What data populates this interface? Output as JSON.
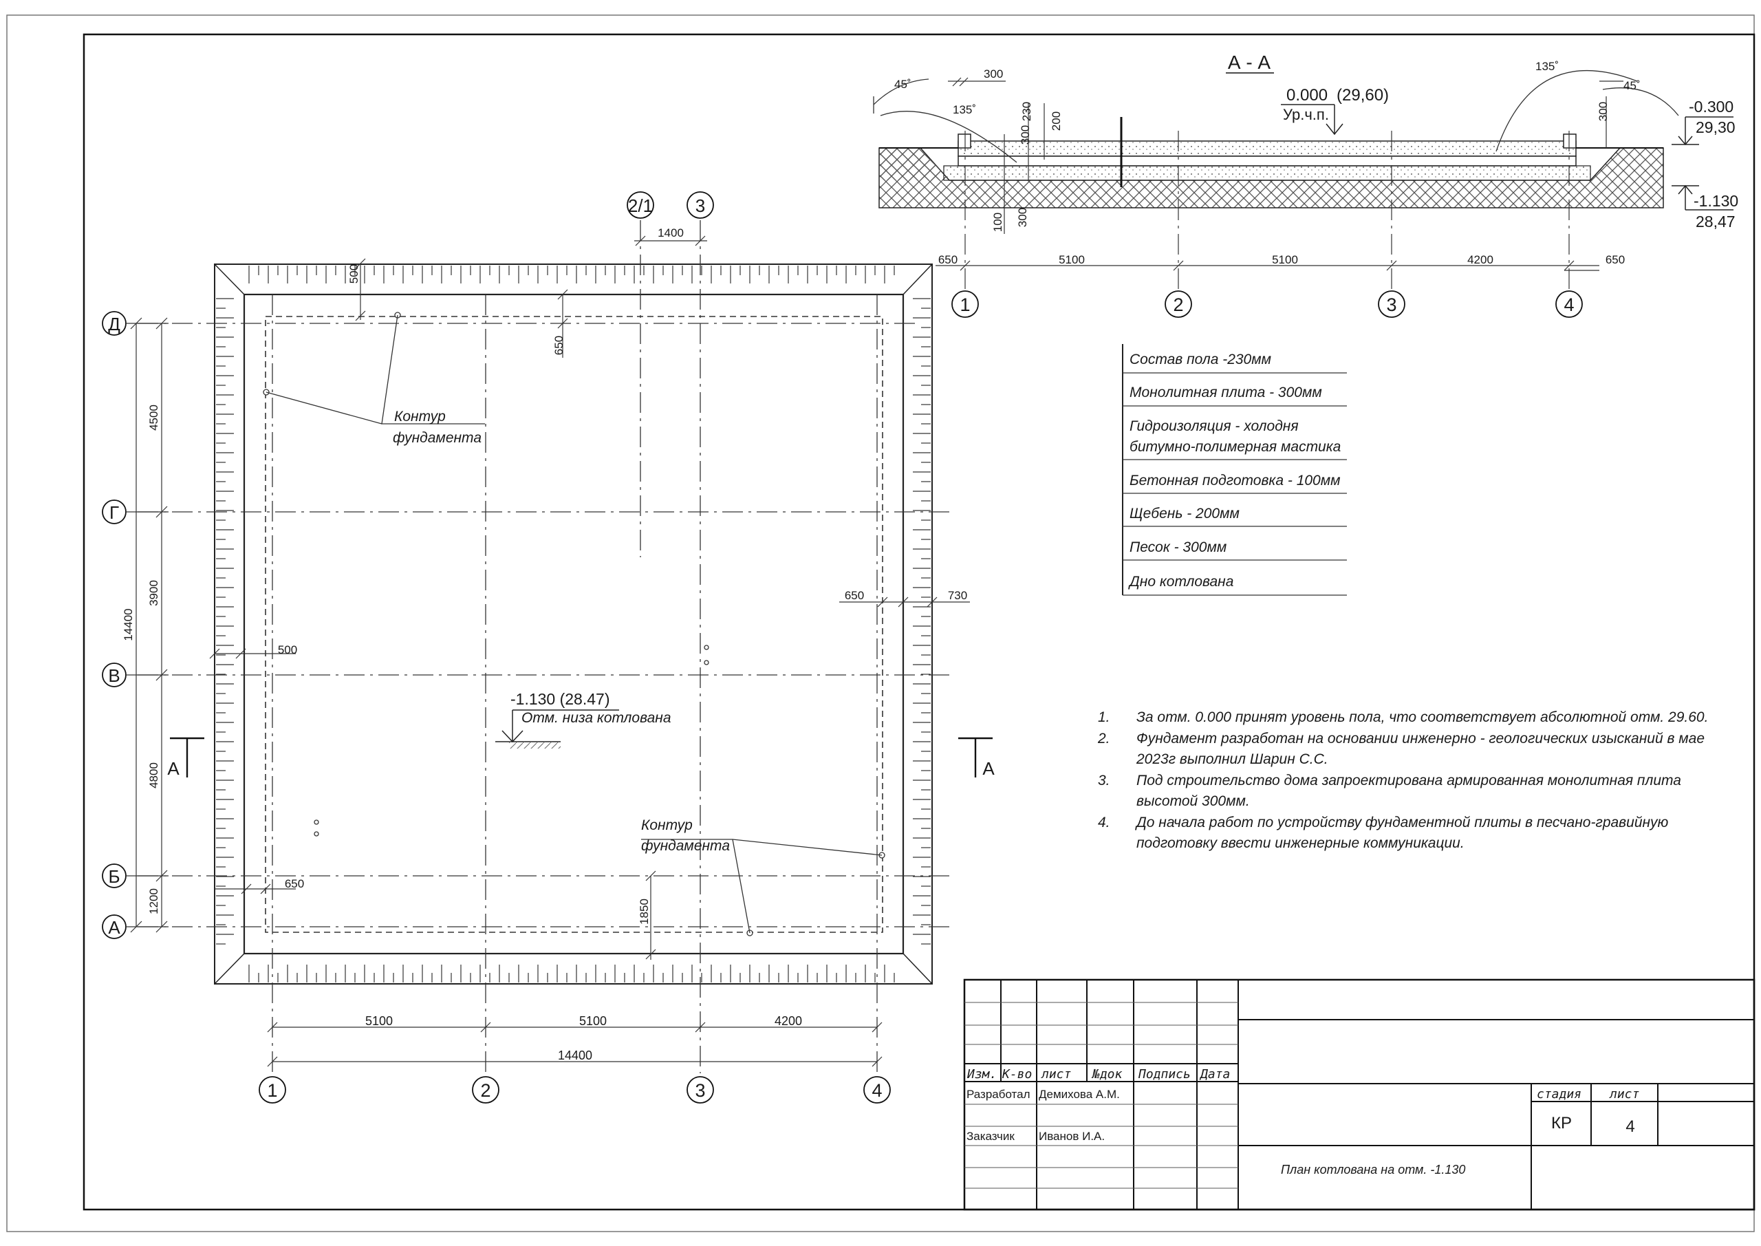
{
  "plan": {
    "axes_letters": [
      "Д",
      "Г",
      "В",
      "Б",
      "А"
    ],
    "axes_numbers": [
      "1",
      "2",
      "3",
      "4"
    ],
    "axis_extra": {
      "left": "2/1",
      "right": "3",
      "dim": "1400"
    },
    "dims_left": [
      "4500",
      "3900",
      "4800",
      "1200"
    ],
    "dims_left_total": "14400",
    "dims_bottom": [
      "5100",
      "5100",
      "4200"
    ],
    "dims_bottom_total": "14400",
    "dim_top_offset": "500",
    "dim_top_650": "650",
    "dim_left_500": "500",
    "dim_left_650": "650",
    "dim_right_650": "650",
    "dim_right_730": "730",
    "dim_bottom_1850": "1850",
    "contour_label_1": "Контур",
    "contour_label_2": "фундамента",
    "level_value": "-1.130 (28.47)",
    "level_text": "Отм. низа котлована",
    "section_mark": "А"
  },
  "section": {
    "title": "А - А",
    "level_zero": "0.000",
    "level_zero_abs": "(29,60)",
    "level_zero_label": "Ур.ч.п.",
    "level_right_1": "-0.300",
    "level_right_1_abs": "29,30",
    "level_right_2": "-1.130",
    "level_right_2_abs": "28,47",
    "angle_45": "45˚",
    "angle_135": "135˚",
    "dim_300": "300",
    "dim_230": "230",
    "dim_200": "200",
    "dim_100": "100",
    "dims_bottom": [
      "650",
      "5100",
      "5100",
      "4200",
      "650"
    ],
    "axes": [
      "1",
      "2",
      "3",
      "4"
    ]
  },
  "layers": [
    {
      "text": "Состав пола -230мм"
    },
    {
      "text": "Монолитная плита - 300мм"
    },
    {
      "text": "Гидроизоляция - холодня",
      "text2": "битумно-полимерная мастика"
    },
    {
      "text": "Бетонная подготовка - 100мм"
    },
    {
      "text": "Щебень - 200мм"
    },
    {
      "text": "Песок - 300мм"
    },
    {
      "text": "Дно котлована"
    }
  ],
  "notes": [
    {
      "num": "1.",
      "line1": "За отм. 0.000 принят уровень пола, что  соответствует абсолютной  отм. 29.60.",
      "line2": ""
    },
    {
      "num": "2.",
      "line1": "Фундамент разработан на основании инженерно - геологических изысканий в мае",
      "line2": "2023г  выполнил  Шарин С.С."
    },
    {
      "num": "3.",
      "line1": "Под строительство дома запроектирована армированная монолитная плита",
      "line2": "высотой 300мм."
    },
    {
      "num": "4.",
      "line1": "До начала работ по устройству фундаментной плиты в песчано-гравийную",
      "line2": "подготовку ввести инженерные коммуникации."
    }
  ],
  "title_block": {
    "col_izm": "Изм.",
    "col_kvo": "К-во",
    "col_list": "лист",
    "col_ndok": "№док",
    "col_podp": "Подпись",
    "col_data": "Дата",
    "developed_label": "Разработал",
    "developed_name": "Демихова А.М.",
    "customer_label": "Заказчик",
    "customer_name": "Иванов И.А.",
    "stage_label": "стадия",
    "sheet_label": "лист",
    "stage_value": "КР",
    "sheet_value": "4",
    "drawing_name": "План котлована на отм. -1.130"
  }
}
